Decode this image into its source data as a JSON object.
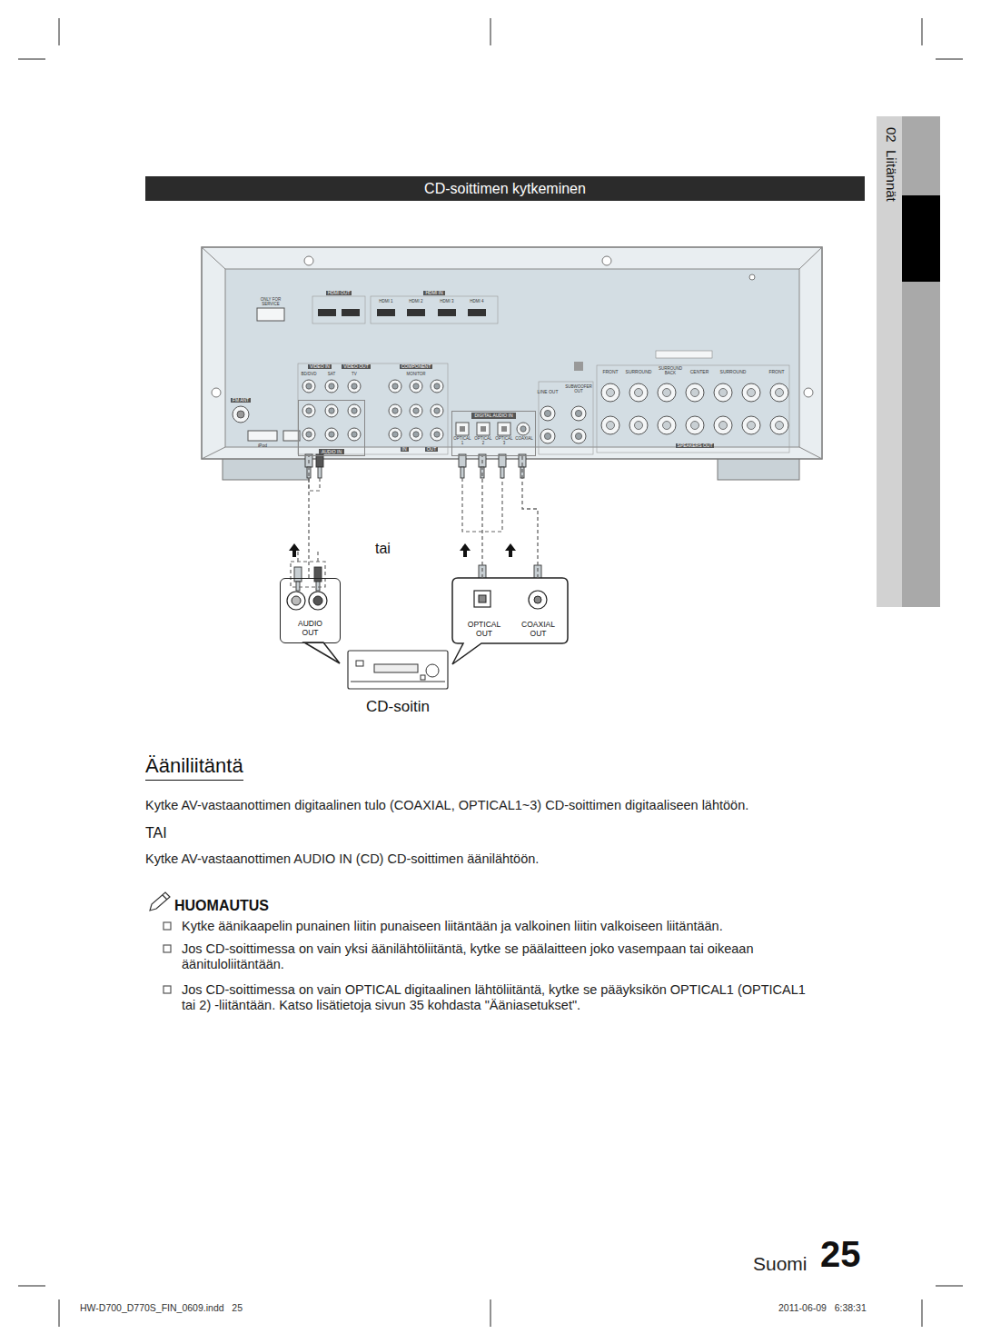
{
  "diagram": {
    "nodes": [
      {
        "text": [
          "CD-soittimen kytkeminen"
        ]
      },
      {
        "text": [
          "AUDIO IN"
        ]
      },
      {
        "text": [
          "DIGITAL AUDIO IN"
        ]
      },
      {
        "text": [
          "AUDIO OUT"
        ]
      },
      {
        "text": [
          "OPTICAL OUT"
        ]
      },
      {
        "text": [
          "COAXIAL OUT"
        ]
      },
      {
        "text": [
          "CD-soitin"
        ]
      }
    ],
    "edges": [
      {
        "from": 3,
        "to": 1,
        "arrow": "none"
      },
      {
        "from": 4,
        "to": 2,
        "arrow": "none"
      },
      {
        "from": 5,
        "to": 2,
        "arrow": "none"
      }
    ],
    "labels": [
      "tai",
      "Ääniliitäntä",
      "Kytke AV-vastaanottimen digitaalinen tulo (COAXIAL, OPTICAL1~3) CD-soittimen digitaaliseen lähtöön.",
      "TAI",
      "Kytke AV-vastaanottimen AUDIO IN (CD) CD-soittimen äänilähtöön.",
      "HUOMAUTUS",
      "Kytke äänikaapelin punainen liitin punaiseen liitäntään ja valkoinen liitin valkoiseen liitäntään.",
      "Jos CD-soittimessa on vain yksi äänilähtöliitäntä, kytke se päälaitteen joko vasempaan tai oikeaan äänituloliitäntään.",
      "Jos CD-soittimessa on vain OPTICAL digitaalinen lähtöliitäntä, kytke se pääyksikön OPTICAL1 (OPTICAL1 tai 2) -liitäntään. Katso lisätietoja sivun 35 kohdasta \"Ääniasetukset\".",
      "Suomi",
      "25",
      "02  Liitännät",
      "HW-D700_D770S_FIN_0609.indd   25",
      "2011-06-09   6:38:31",
      "ONLY FOR SERVICE",
      "HDMI OUT",
      "HDMI IN",
      "HDMI 1",
      "HDMI 2",
      "HDMI 3",
      "HDMI 4",
      "FM ANT",
      "iPod",
      "VIDEO IN",
      "VIDEO OUT",
      "COMPONENT",
      "BD/DVD",
      "SAT",
      "TV",
      "MONITOR",
      "IN",
      "OUT",
      "OPTICAL 1",
      "OPTICAL 2",
      "OPTICAL 3",
      "COAXIAL",
      "LINE OUT",
      "SUBWOOFER OUT",
      "FRONT",
      "SURROUND",
      "SURROUND BACK",
      "CENTER",
      "SURROUND",
      "FRONT",
      "SPEAKERS OUT"
    ]
  }
}
